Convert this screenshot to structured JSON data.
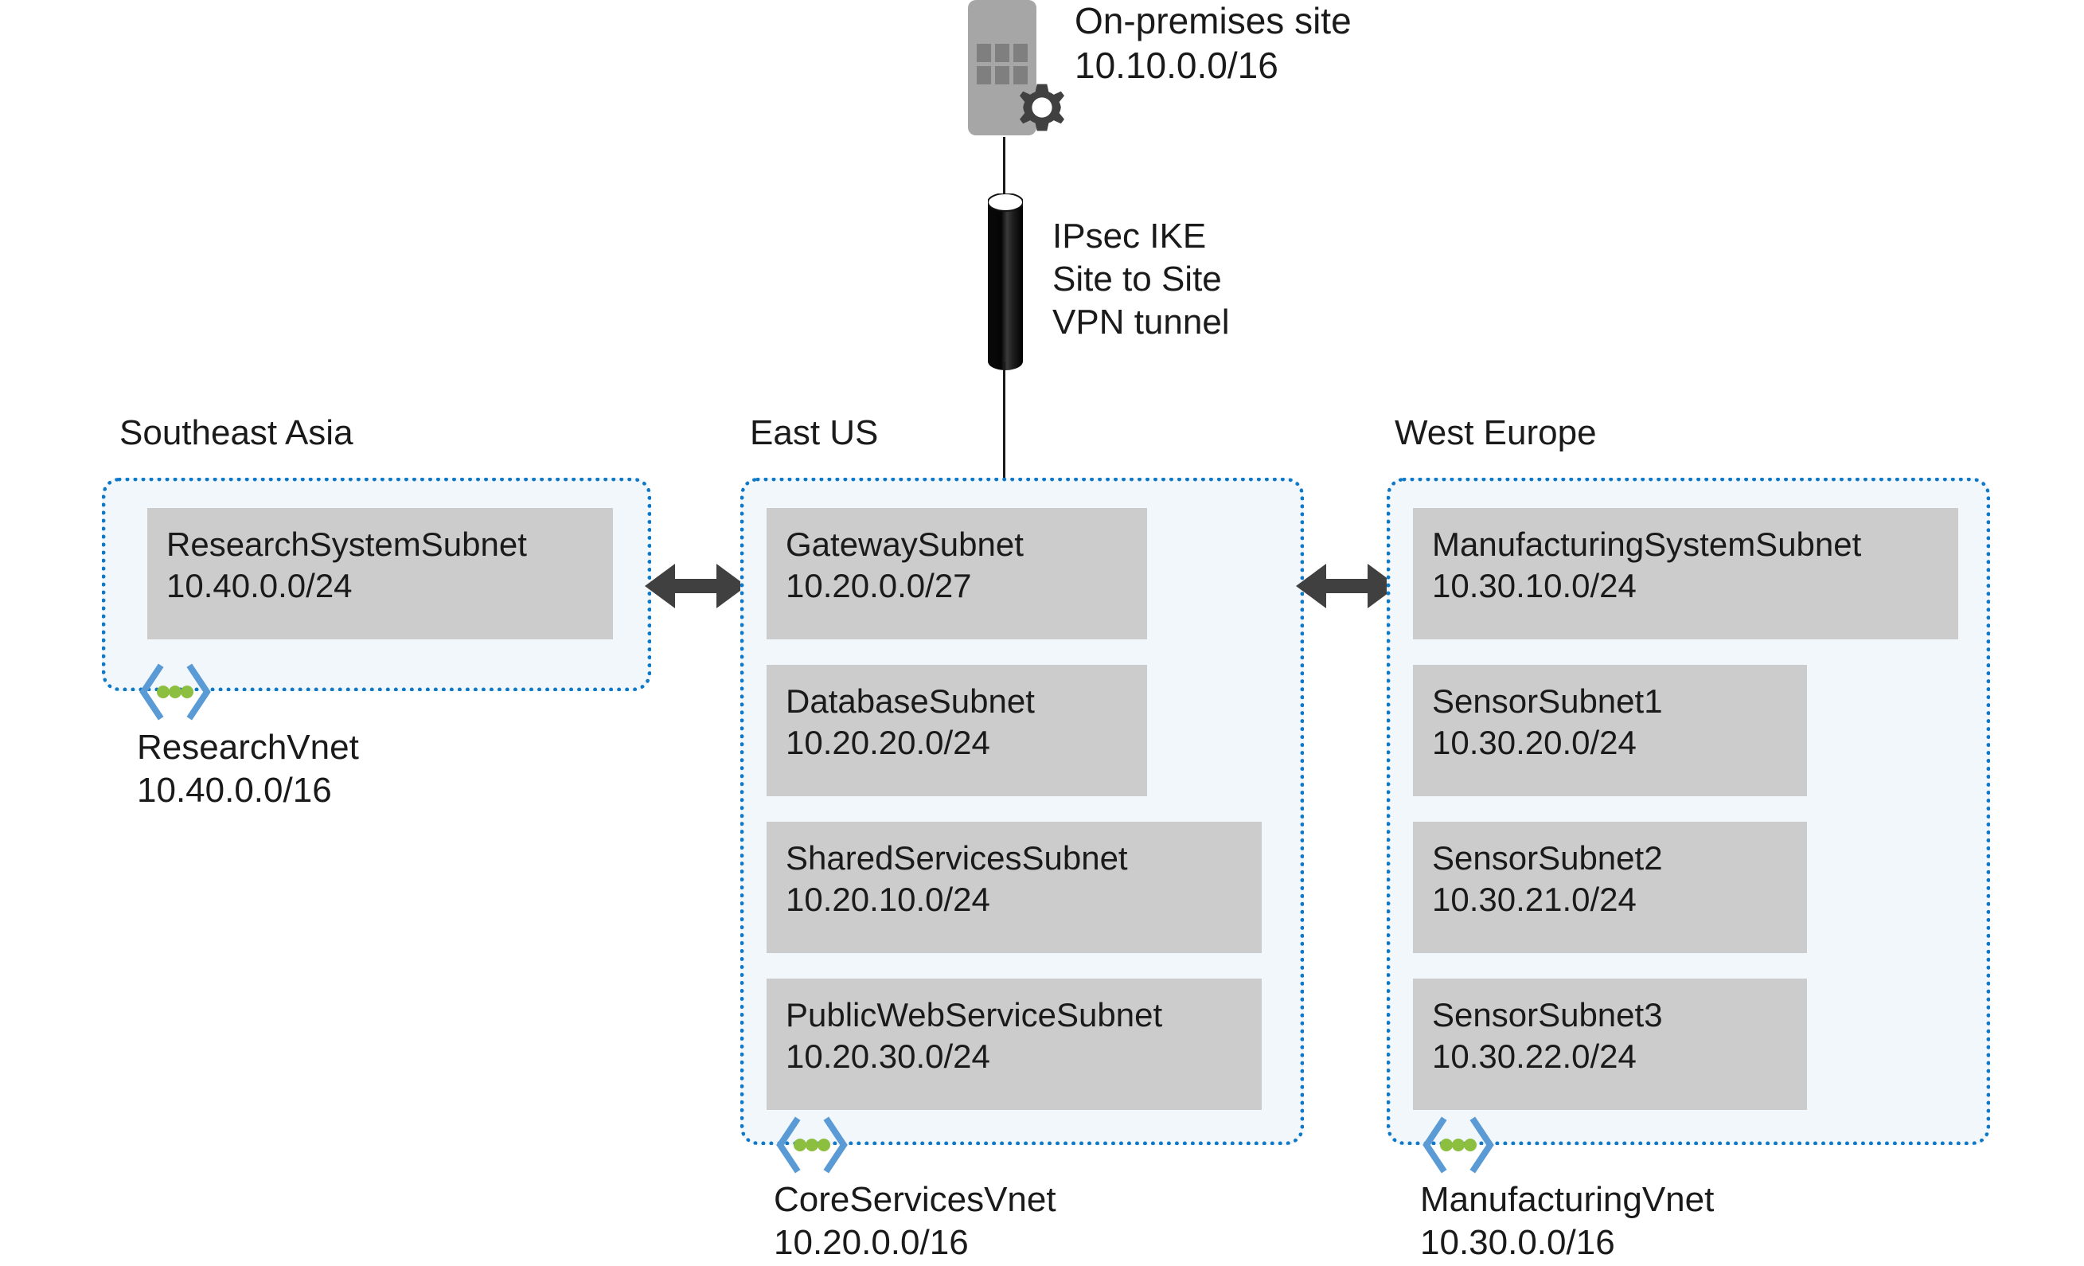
{
  "diagram": {
    "title": "Azure hub-and-spoke virtual network topology with site-to-site VPN"
  },
  "colors": {
    "vnet_border": "#0f79c8",
    "vnet_fill": "#f2f7fb",
    "subnet_fill": "#cccccc",
    "building_body": "#a6a6a6",
    "building_window": "#7f7f7f",
    "gear": "#404040",
    "tunnel": "#111111",
    "arrow": "#404040",
    "vnet_icon_chevron": "#5b9bd5",
    "vnet_icon_dot": "#8cbe3f",
    "text": "#1a1a1a"
  },
  "onpremises": {
    "icon": "building-gear-icon",
    "name": "On-premises site",
    "cidr": "10.10.0.0/16"
  },
  "tunnel": {
    "icon": "vpn-tunnel-icon",
    "line1": "IPsec IKE",
    "line2": "Site to Site",
    "line3": "VPN tunnel"
  },
  "peering": {
    "left_arrow": "peering-arrow-southeast-asia-east-us",
    "right_arrow": "peering-arrow-east-us-west-europe"
  },
  "regions": [
    {
      "key": "southeast-asia",
      "label": "Southeast Asia",
      "vnet_name": "ResearchVnet",
      "vnet_cidr": "10.40.0.0/16",
      "subnets": [
        {
          "name": "ResearchSystemSubnet",
          "cidr": "10.40.0.0/24"
        }
      ]
    },
    {
      "key": "east-us",
      "label": "East US",
      "vnet_name": "CoreServicesVnet",
      "vnet_cidr": "10.20.0.0/16",
      "subnets": [
        {
          "name": "GatewaySubnet",
          "cidr": "10.20.0.0/27"
        },
        {
          "name": "DatabaseSubnet",
          "cidr": "10.20.20.0/24"
        },
        {
          "name": "SharedServicesSubnet",
          "cidr": "10.20.10.0/24"
        },
        {
          "name": "PublicWebServiceSubnet",
          "cidr": "10.20.30.0/24"
        }
      ]
    },
    {
      "key": "west-europe",
      "label": "West Europe",
      "vnet_name": "ManufacturingVnet",
      "vnet_cidr": "10.30.0.0/16",
      "subnets": [
        {
          "name": "ManufacturingSystemSubnet",
          "cidr": "10.30.10.0/24"
        },
        {
          "name": "SensorSubnet1",
          "cidr": "10.30.20.0/24"
        },
        {
          "name": "SensorSubnet2",
          "cidr": "10.30.21.0/24"
        },
        {
          "name": "SensorSubnet3",
          "cidr": "10.30.22.0/24"
        }
      ]
    }
  ]
}
